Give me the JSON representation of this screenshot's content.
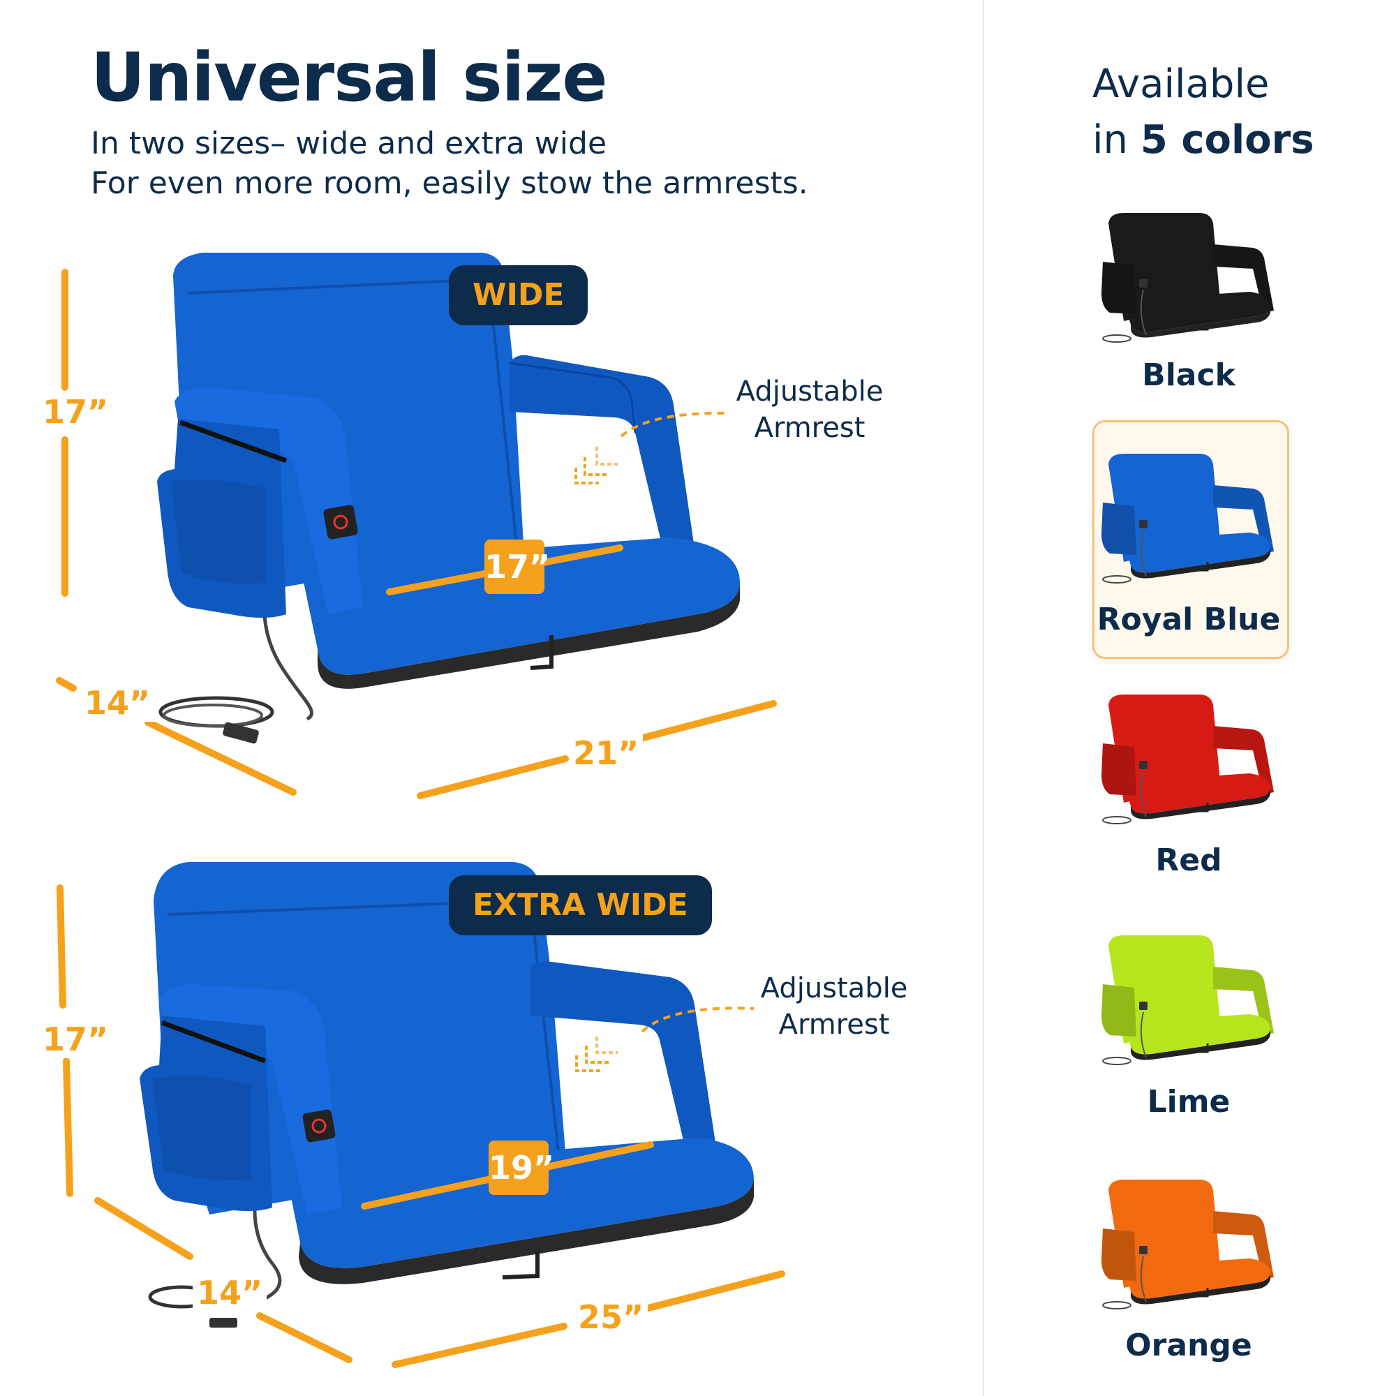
{
  "header": {
    "title": "Universal size",
    "subtitle_line1": "In two sizes– wide and extra wide",
    "subtitle_line2": "For even more room, easily stow the armrests."
  },
  "wide": {
    "badge": "WIDE",
    "height_label": "17”",
    "depth_label": "14”",
    "width_label": "21”",
    "seat_label": "17”",
    "annotation_line1": "Adjustable",
    "annotation_line2": "Armrest"
  },
  "extra_wide": {
    "badge": "EXTRA WIDE",
    "height_label": "17”",
    "depth_label": "14”",
    "width_label": "25”",
    "seat_label": "19”",
    "annotation_line1": "Adjustable",
    "annotation_line2": "Armrest"
  },
  "colors_panel": {
    "heading_line1": "Available",
    "heading_prefix": "in ",
    "heading_bold": "5 colors",
    "options": [
      {
        "label": "Black",
        "color": "#1a1a1a",
        "selected": false
      },
      {
        "label": "Royal Blue",
        "color": "#1464d2",
        "selected": true
      },
      {
        "label": "Red",
        "color": "#d81a14",
        "selected": false
      },
      {
        "label": "Lime",
        "color": "#b5e61d",
        "selected": false
      },
      {
        "label": "Orange",
        "color": "#f26a0f",
        "selected": false
      }
    ]
  },
  "theme": {
    "navy": "#0d2b4a",
    "accent": "#f5a11c",
    "chair_blue": "#1464d2"
  }
}
